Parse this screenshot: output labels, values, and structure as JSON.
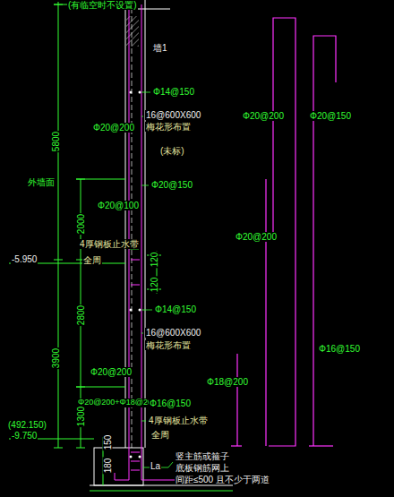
{
  "diagram": {
    "labels": [
      "(有临空时不设置)",
      "墙1",
      "Φ14@150",
      "16@600X600",
      "梅花形布置",
      "Φ20@200",
      "Φ20@200",
      "Φ20@150",
      "5800",
      "(未标)",
      "外墙面",
      "Φ20@150",
      "Φ20@100",
      "2000",
      "Φ20@200",
      "4厚钢板止水带",
      "全周",
      "-5.950",
      "120",
      "120",
      "Φ14@150",
      "16@600X600",
      "梅花形布置",
      "2800",
      "3900",
      "Φ16@150",
      "Φ20@200",
      "Φ18@200",
      "Φ20@200+Φ18@200",
      "Φ16@150",
      "1300",
      "4厚钢板止水带",
      "全周",
      "(492.150)",
      "-9.750",
      "150",
      "180",
      "La",
      "竖主筋或箍子",
      "底板钢筋网上",
      "间距≤500 且不少于两道"
    ]
  }
}
